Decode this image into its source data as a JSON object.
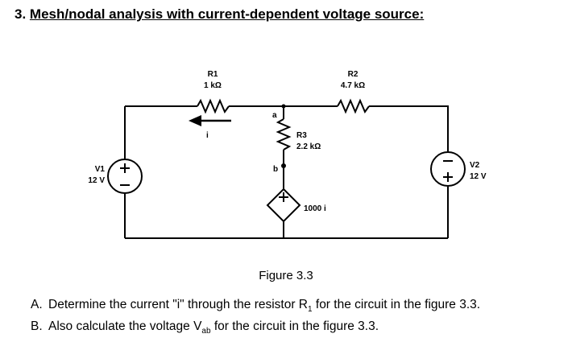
{
  "heading": {
    "number": "3.",
    "title": "Mesh/nodal analysis with current-dependent voltage source:"
  },
  "circuit": {
    "r1": {
      "name": "R1",
      "value": "1 kΩ"
    },
    "r2": {
      "name": "R2",
      "value": "4.7 kΩ"
    },
    "r3": {
      "name": "R3",
      "value": "2.2 kΩ"
    },
    "v1": {
      "name": "V1",
      "value": "12 V"
    },
    "v2": {
      "name": "V2",
      "value": "12 V"
    },
    "dependent_source": {
      "value": "1000 i"
    },
    "node_a": "a",
    "node_b": "b",
    "current_label": "i",
    "plus_sign": "+",
    "minus_sign": "−"
  },
  "figure_caption": "Figure 3.3",
  "questions": [
    {
      "letter": "A.",
      "pre": "Determine the current \"i\" through the resistor R",
      "sub": "1",
      "post": " for the circuit in the figure 3.3."
    },
    {
      "letter": "B.",
      "pre": "Also calculate the voltage V",
      "sub": "ab",
      "post": " for the circuit in the figure 3.3."
    }
  ]
}
